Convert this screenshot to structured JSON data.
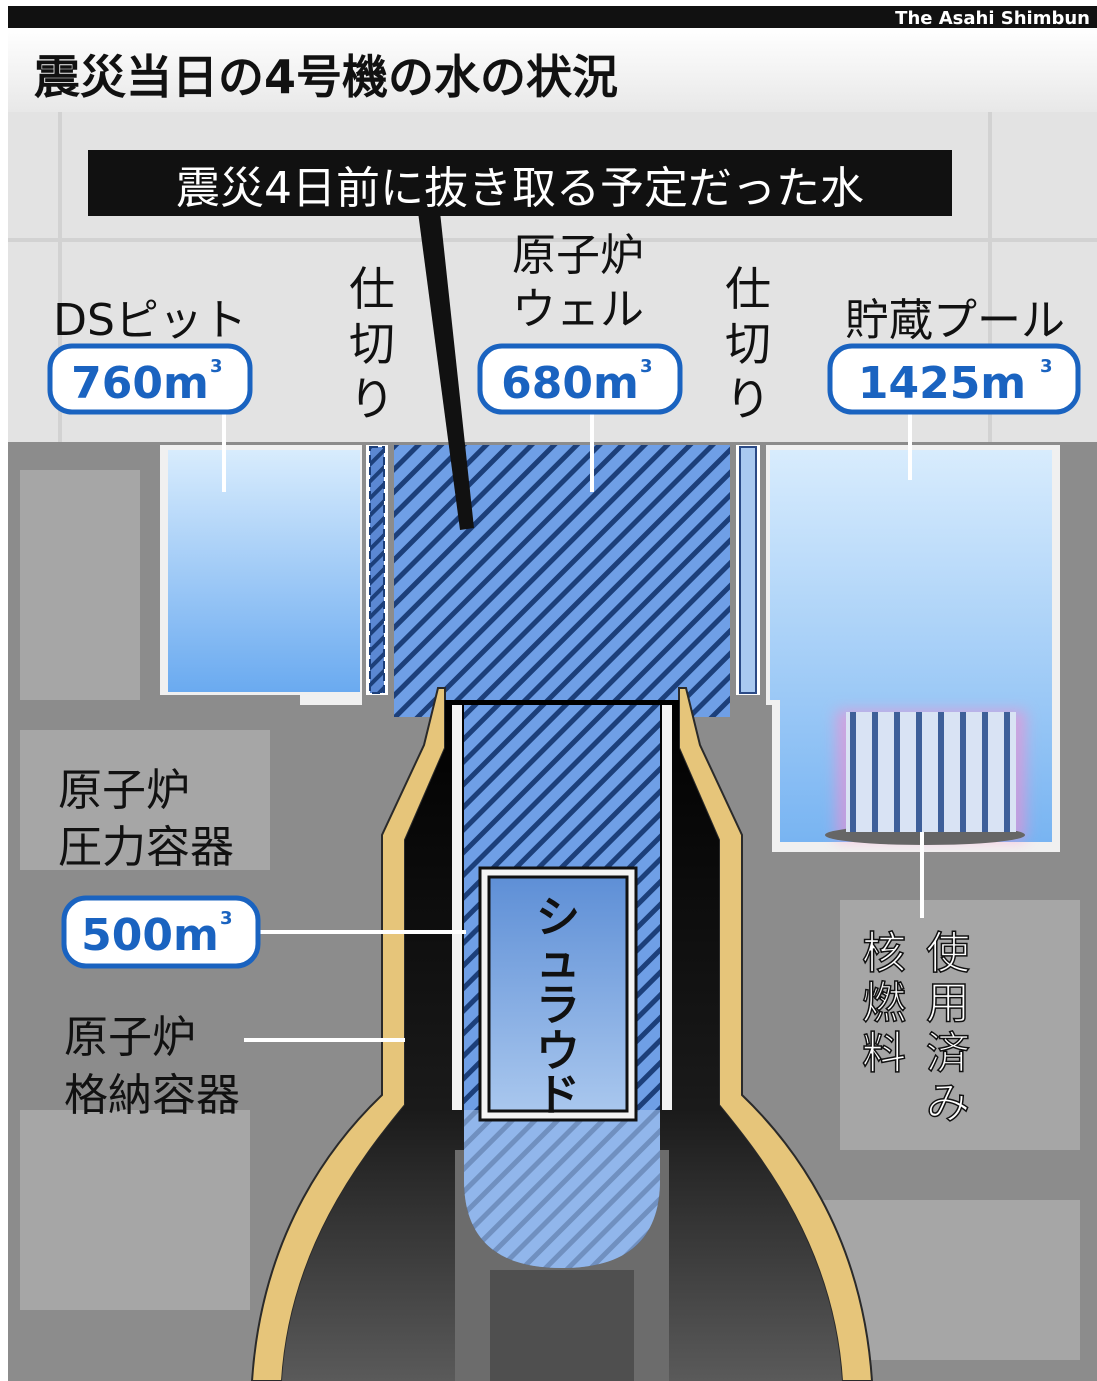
{
  "credit": "The Asahi Shimbun",
  "title": "震災当日の4号機の水の状況",
  "callout": "震災4日前に抜き取る予定だった水",
  "unit_mark": "3",
  "ds_pit": {
    "label": "DSピット",
    "volume": "760m"
  },
  "partition_left": {
    "label": [
      "仕",
      "切",
      "り"
    ]
  },
  "reactor_well": {
    "label_line1": "原子炉",
    "label_line2": "ウェル",
    "volume": "680m"
  },
  "partition_right": {
    "label": [
      "仕",
      "切",
      "り"
    ]
  },
  "storage_pool": {
    "label": "貯蔵プール",
    "volume": "1425m"
  },
  "pressure_vessel": {
    "label_line1": "原子炉",
    "label_line2": "圧力容器",
    "volume": "500m"
  },
  "containment_vessel": {
    "label_line1": "原子炉",
    "label_line2": "格納容器"
  },
  "shroud": {
    "label": [
      "シ",
      "ュ",
      "ラ",
      "ウ",
      "ド"
    ]
  },
  "spent_fuel": {
    "col1": [
      "使",
      "用",
      "済",
      "み"
    ],
    "col2": [
      "核",
      "燃",
      "料"
    ]
  },
  "colors": {
    "water_light": "#bfe0fb",
    "water_dark": "#5f9ee8",
    "hatch_dark": "#1c3f7a",
    "building_gray": "#8a8a8a",
    "vessel_black": "#111111",
    "containment_gold": "#e6c57a",
    "label_blue": "#1a63c0"
  }
}
